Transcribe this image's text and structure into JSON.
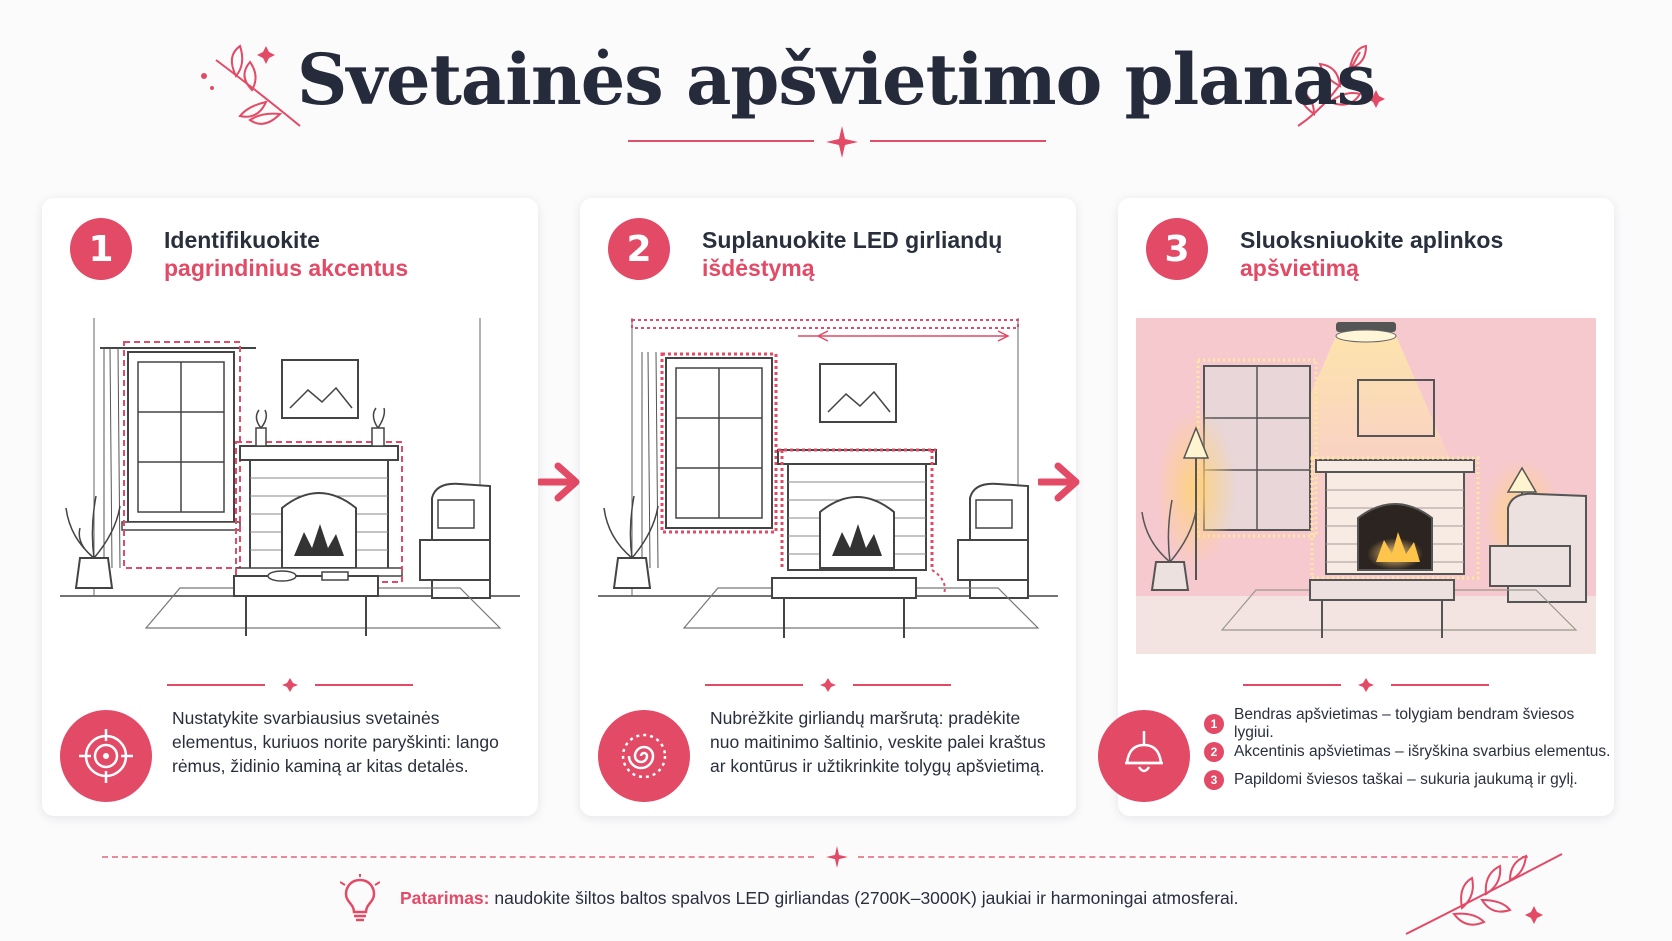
{
  "title": "Svetainės apšvietimo planas",
  "steps": [
    {
      "number": "1",
      "title_line1": "Identifikuokite",
      "title_line2": "pagrindinius akcentus",
      "icon": "target-icon",
      "description": "Nustatykite svarbiausius svetainės elementus, kuriuos norite paryškinti: lango rėmus, židinio kaminą ar kitas detalės."
    },
    {
      "number": "2",
      "title_line1": "Suplanuokite LED girliandų",
      "title_line2": "išdėstymą",
      "icon": "spiral-icon",
      "description": "Nubrėžkite girliandų maršrutą: pradėkite nuo maitinimo šaltinio, veskite palei kraštus ar kontūrus ir užtikrinkite tolygų apšvietimą."
    },
    {
      "number": "3",
      "title_line1": "Sluoksniuokite aplinkos",
      "title_line2": "apšvietimą",
      "icon": "pendant-lamp-icon",
      "list": [
        {
          "n": "1",
          "text": "Bendras apšvietimas – tolygiam bendram šviesos lygiui."
        },
        {
          "n": "2",
          "text": "Akcentinis apšvietimas – išryškina svarbius elementus."
        },
        {
          "n": "3",
          "text": "Papildomi šviesos taškai – sukuria jaukumą ir gylį."
        }
      ]
    }
  ],
  "tip": {
    "label": "Patarimas:",
    "text": " naudokite šiltos baltos spalvos LED girliandas (2700K–3000K) jaukiai ir harmoningai atmosferai."
  },
  "colors": {
    "accent": "#e24a66",
    "text": "#2a2f3d",
    "warm_glow": "#ffd27a",
    "pink_wall": "#f6c9cf"
  }
}
